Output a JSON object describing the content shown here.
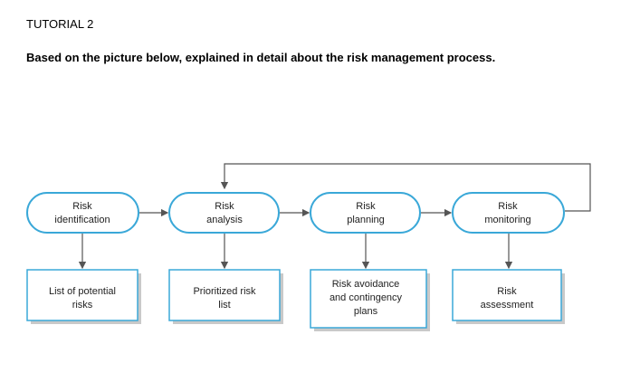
{
  "header": {
    "title": "TUTORIAL 2",
    "question": "Based on the picture below, explained in detail about the risk management process."
  },
  "diagram": {
    "stages": [
      {
        "label_line1": "Risk",
        "label_line2": "identification"
      },
      {
        "label_line1": "Risk",
        "label_line2": "analysis"
      },
      {
        "label_line1": "Risk",
        "label_line2": "planning"
      },
      {
        "label_line1": "Risk",
        "label_line2": "monitoring"
      }
    ],
    "outputs": [
      {
        "line1": "List of potential",
        "line2": "risks",
        "line3": ""
      },
      {
        "line1": "Prioritized risk",
        "line2": "list",
        "line3": ""
      },
      {
        "line1": "Risk avoidance",
        "line2": "and contingency",
        "line3": "plans"
      },
      {
        "line1": "Risk",
        "line2": "assessment",
        "line3": ""
      }
    ],
    "colors": {
      "stage_border": "#3aa8d8",
      "stage_fill": "#ffffff",
      "output_border": "#3aa8d8",
      "output_shadow": "#c9c9c9",
      "arrow": "#555555"
    }
  }
}
